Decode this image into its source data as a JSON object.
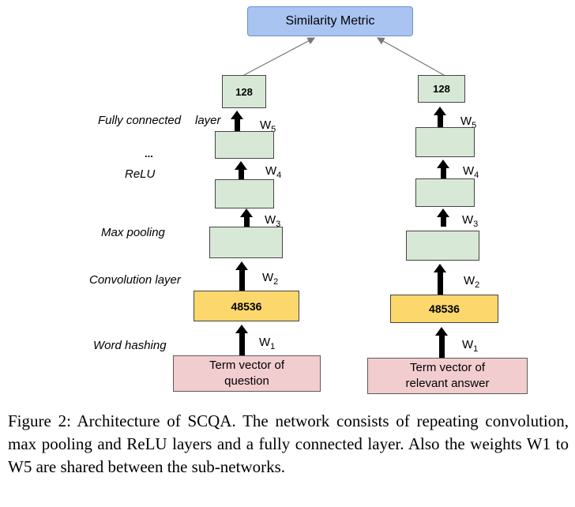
{
  "diagram": {
    "metric_label": "Similarity Metric",
    "layer_labels": {
      "fully_connected": "Fully connected",
      "layer_word": "layer",
      "ellipsis": "...",
      "relu": "ReLU",
      "max_pooling": "Max pooling",
      "convolution": "Convolution layer",
      "word_hashing": "Word hashing"
    },
    "left_network": {
      "top_node": "128",
      "hash_node": "48536",
      "input": [
        "Term vector of",
        "question"
      ],
      "weights": [
        "W",
        "W",
        "W",
        "W",
        "W"
      ],
      "weight_subs": [
        "1",
        "2",
        "3",
        "4",
        "5"
      ]
    },
    "right_network": {
      "top_node": "128",
      "hash_node": "48536",
      "input": [
        "Term vector of",
        "relevant answer"
      ],
      "weights": [
        "W",
        "W",
        "W",
        "W",
        "W"
      ],
      "weight_subs": [
        "1",
        "2",
        "3",
        "4",
        "5"
      ]
    },
    "colors": {
      "metric": "#a9c4f1",
      "layer": "#d8e8d6",
      "hash": "#fcd76b",
      "input": "#f2cdd0"
    }
  },
  "caption": "Figure 2:  Architecture of SCQA. The network consists of repeating convolution, max pooling and ReLU layers and a fully connected layer. Also the weights W1 to W5 are shared between the sub-networks."
}
